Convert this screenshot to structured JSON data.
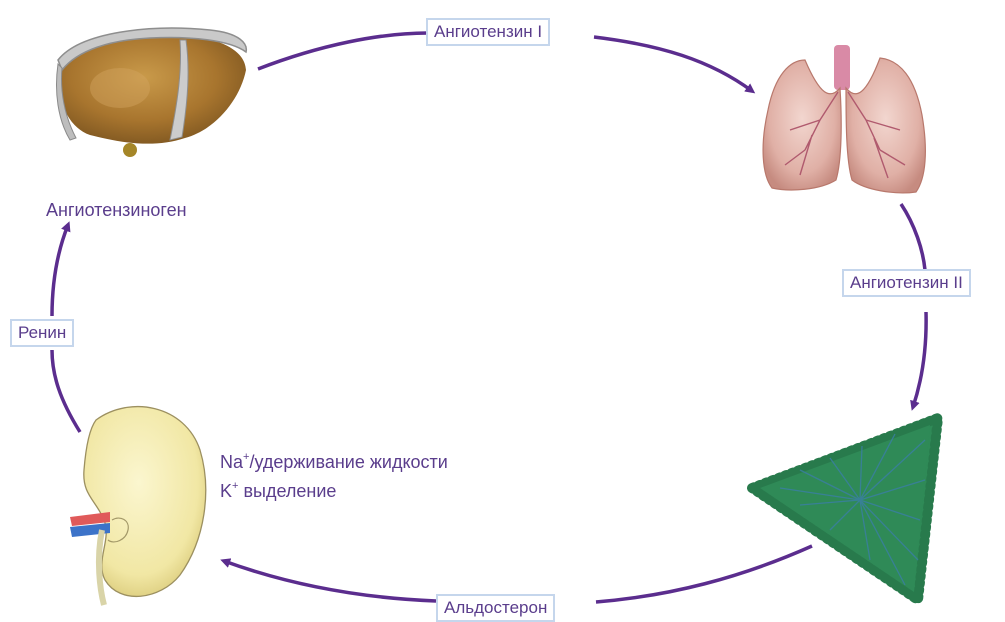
{
  "colors": {
    "arrow": "#5b2d8e",
    "text": "#5a3d8c",
    "label_border": "#c5d6ec"
  },
  "organs": [
    {
      "name": "liver",
      "icon": "liver-icon"
    },
    {
      "name": "lungs",
      "icon": "lungs-icon"
    },
    {
      "name": "adrenal",
      "icon": "adrenal-gland-icon"
    },
    {
      "name": "kidney",
      "icon": "kidney-icon"
    }
  ],
  "labels": {
    "angiotensin_1": "Ангиотензин I",
    "angiotensin_2": "Ангиотензин II",
    "aldosterone": "Альдостерон",
    "renin": "Ренин",
    "angiotensinogen": "Ангиотензиноген",
    "effect_line1_prefix": "Na",
    "effect_line1_sup": "+",
    "effect_line1_rest": "/удерживание жидкости",
    "effect_line2_prefix": "K",
    "effect_line2_sup": "+",
    "effect_line2_rest": " выделение"
  }
}
